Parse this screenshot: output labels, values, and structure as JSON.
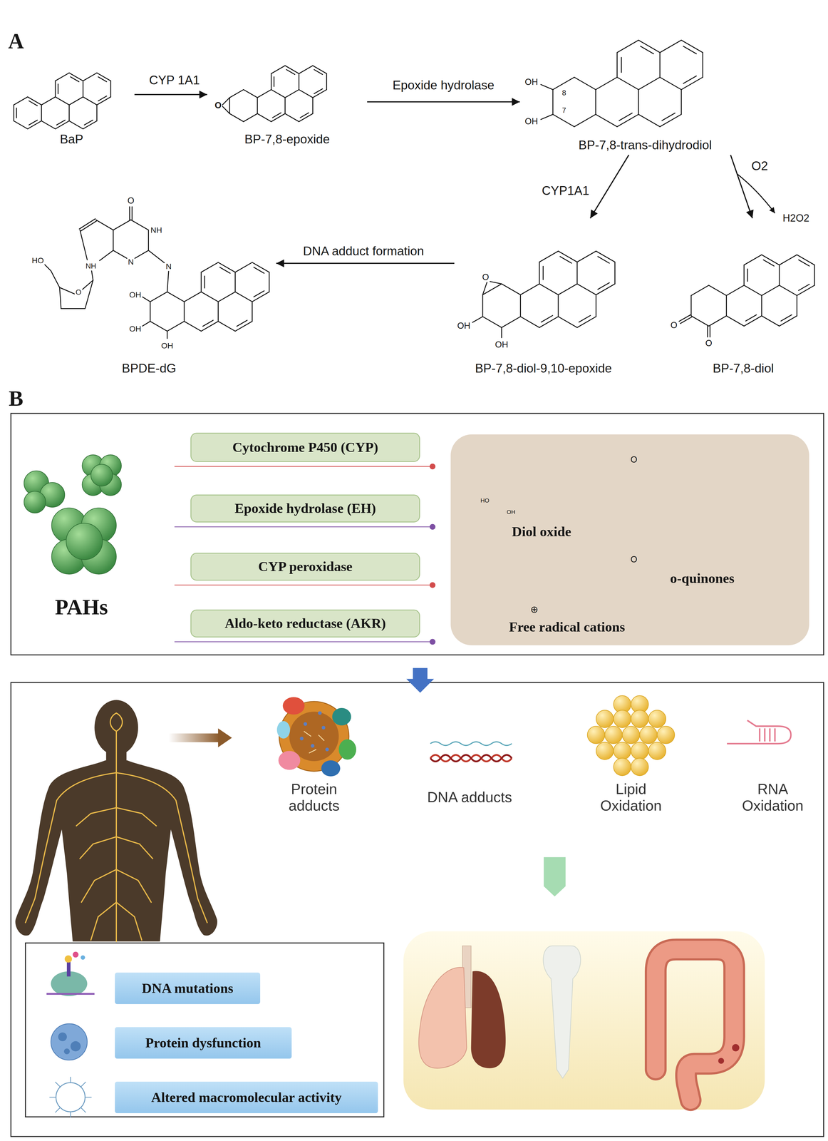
{
  "diagram": {
    "nodes": [
      {
        "text": [
          "BaP"
        ]
      },
      {
        "text": [
          "BP-7,8-epoxide"
        ]
      },
      {
        "text": [
          "BP-7,8-trans-dihydrodiol"
        ]
      },
      {
        "text": [
          "BP-7,8-diol-9,10-epoxide"
        ]
      },
      {
        "text": [
          "BP-7,8-diol"
        ]
      },
      {
        "text": [
          "BPDE-dG"
        ]
      },
      {
        "text": [
          "Cytochrome P450 (CYP)"
        ]
      },
      {
        "text": [
          "Epoxide hydrolase (EH)"
        ]
      },
      {
        "text": [
          "CYP peroxidase"
        ]
      },
      {
        "text": [
          "Aldo-keto reductase (AKR)"
        ]
      },
      {
        "text": [
          "Diol oxide",
          "o-quinones",
          "Free radical cations"
        ]
      },
      {
        "text": [
          "DNA mutations"
        ]
      },
      {
        "text": [
          "Protein dysfunction"
        ]
      },
      {
        "text": [
          "Altered macromolecular activity"
        ]
      }
    ],
    "edges": [
      {
        "from": 0,
        "to": 1,
        "arrow": "to",
        "label": "CYP 1A1"
      },
      {
        "from": 1,
        "to": 2,
        "arrow": "to",
        "label": "Epoxide hydrolase"
      },
      {
        "from": 2,
        "to": 3,
        "arrow": "to",
        "label": "CYP1A1"
      },
      {
        "from": 2,
        "to": 4,
        "arrow": "to",
        "label": "O2"
      },
      {
        "from": 3,
        "to": 5,
        "arrow": "to",
        "label": "DNA adduct formation"
      }
    ],
    "labels": [
      "A",
      "O",
      "8",
      "7",
      "OH",
      "OH",
      "H2O2",
      "O",
      "OH",
      "OH",
      "O",
      "O",
      "O",
      "NH",
      "N",
      "N",
      "NH",
      "HO",
      "O",
      "OH",
      "OH",
      "OH",
      "B",
      "PAHs",
      "HO",
      "OH",
      "⊕",
      "O",
      "O",
      "Protein adducts",
      "DNA adducts",
      "Lipid Oxidation",
      "RNA Oxidation"
    ]
  }
}
